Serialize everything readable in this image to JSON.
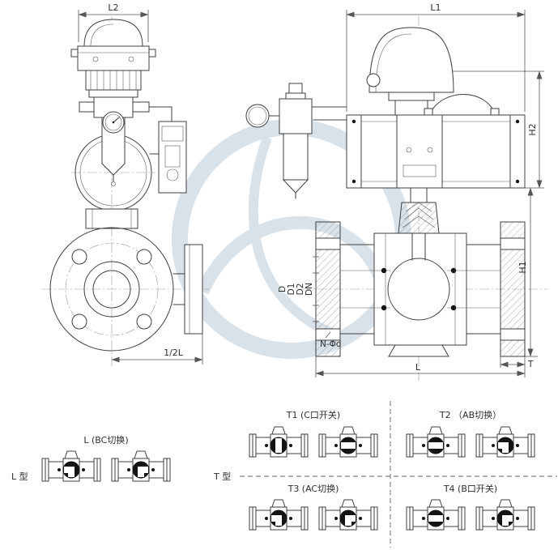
{
  "dims": {
    "side": {
      "l2": "L2",
      "half_l": "1/2L"
    },
    "front": {
      "l1": "L1",
      "h1": "H1",
      "h2": "H2",
      "d": "D",
      "d1": "D1",
      "d2": "D2",
      "dn": "DN",
      "n_d": "N-Φd",
      "t": "T",
      "l": "L"
    }
  },
  "configs": {
    "l_type": "L 型",
    "t_type": "T 型",
    "l_bc": "L (BC切换)",
    "t1": "T1 (C口开关)",
    "t2": "T2 （AB切换）",
    "t3": "T3 (AC切换)",
    "t4": "T4 (B口开关)"
  },
  "colors": {
    "line": "#3f3f3f",
    "dimension": "#555555",
    "watermark": "#d3dee6",
    "ball": "#141414",
    "background": "#ffffff"
  }
}
